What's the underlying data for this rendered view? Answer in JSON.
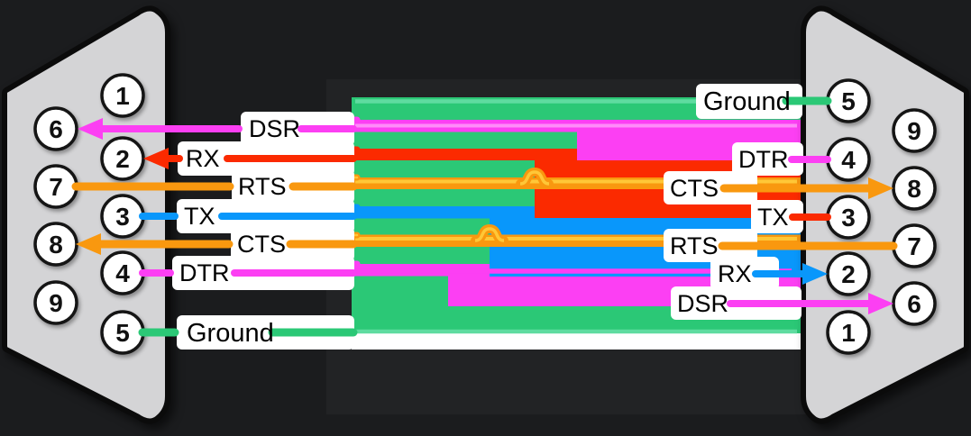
{
  "diagram_type": "null-modem serial cable pinout",
  "colors": {
    "background": "#1B1C1E",
    "cable_white": "#FFFFFF",
    "cable_glow": "#FFFFFF",
    "connector_gray": "#D4D4D6",
    "connector_border": "#0B0B0B",
    "green": "#2BC876",
    "green_light": "#5FDCA0",
    "magenta": "#FC3FF3",
    "magenta_light": "#FF8BF9",
    "red": "#FB2A00",
    "blue": "#0997FB",
    "orange": "#F9980F",
    "orange_light": "#FFC737",
    "pin_fill": "#FFFFFF",
    "pin_border": "#151515",
    "label_text": "#000000"
  },
  "left_connector": {
    "pins": [
      "1",
      "6",
      "2",
      "7",
      "3",
      "8",
      "4",
      "9",
      "5"
    ]
  },
  "right_connector": {
    "pins": [
      "5",
      "9",
      "4",
      "8",
      "3",
      "7",
      "2",
      "6",
      "1"
    ]
  },
  "left_labels": [
    "DSR",
    "RX",
    "RTS",
    "TX",
    "CTS",
    "DTR",
    "Ground"
  ],
  "right_labels": [
    "Ground",
    "DTR",
    "CTS",
    "TX",
    "RTS",
    "RX",
    "DSR"
  ],
  "connections": [
    {
      "signal_left": "Ground",
      "left_pin": "5",
      "right_pin": "5",
      "color": "green",
      "arrow": "none"
    },
    {
      "signal_left": "DSR",
      "left_pin": "6",
      "right_pin": "4",
      "color": "magenta",
      "arrow": "into-left-pin-6"
    },
    {
      "signal_left": "RX",
      "left_pin": "2",
      "right_pin": "3",
      "color": "red",
      "arrow": "into-left-pin-2"
    },
    {
      "signal_left": "RTS",
      "left_pin": "7",
      "right_pin": "8",
      "color": "orange",
      "arrow": "into-right-pin-8"
    },
    {
      "signal_left": "TX",
      "left_pin": "3",
      "right_pin": "2",
      "color": "blue",
      "arrow": "into-right-pin-2"
    },
    {
      "signal_left": "CTS",
      "left_pin": "8",
      "right_pin": "7",
      "color": "orange",
      "arrow": "into-left-pin-8"
    },
    {
      "signal_left": "DTR",
      "left_pin": "4",
      "right_pin": "6",
      "color": "magenta",
      "arrow": "into-right-pin-6"
    }
  ]
}
